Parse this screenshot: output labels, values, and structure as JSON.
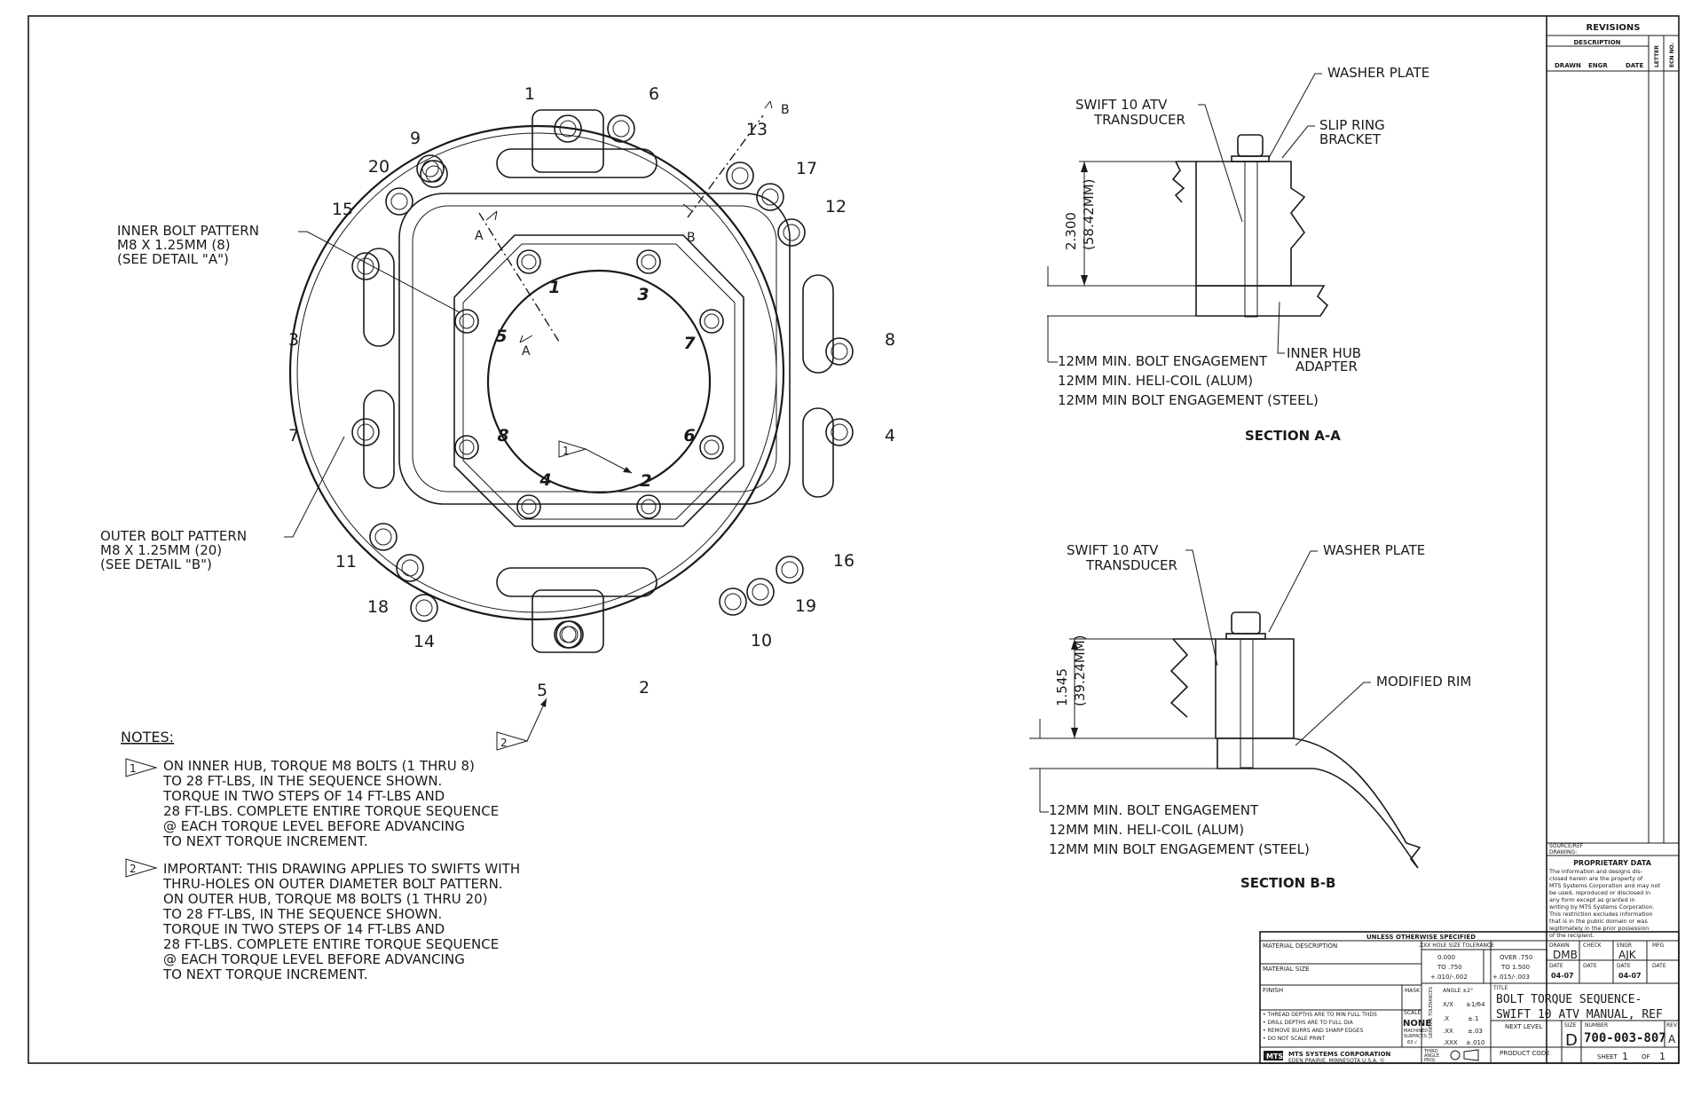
{
  "labels": {
    "inner_bolt_pattern": [
      "INNER BOLT PATTERN",
      "M8 X 1.25MM (8)",
      "(SEE DETAIL \"A\")"
    ],
    "outer_bolt_pattern": [
      "OUTER BOLT PATTERN",
      "M8 X 1.25MM (20)",
      "(SEE DETAIL \"B\")"
    ],
    "section_marks": {
      "a": "A",
      "b": "B"
    },
    "inner_numbers": [
      "1",
      "2",
      "3",
      "4",
      "5",
      "6",
      "7",
      "8"
    ],
    "outer_numbers": [
      "1",
      "2",
      "3",
      "4",
      "5",
      "6",
      "7",
      "8",
      "9",
      "10",
      "11",
      "12",
      "13",
      "14",
      "15",
      "16",
      "17",
      "18",
      "19",
      "20"
    ],
    "flag_1": "1",
    "flag_2": "2"
  },
  "section_aa": {
    "transducer": [
      "SWIFT 10 ATV",
      "TRANSDUCER"
    ],
    "washer_plate": "WASHER PLATE",
    "slip_ring": [
      "SLIP RING",
      "BRACKET"
    ],
    "dim_inch": "2.300",
    "dim_mm": "(58.42MM)",
    "inner_hub": [
      "INNER HUB",
      "ADAPTER"
    ],
    "notes": [
      "12MM MIN. BOLT ENGAGEMENT",
      "12MM MIN. HELI-COIL (ALUM)",
      "12MM MIN BOLT ENGAGEMENT (STEEL)"
    ],
    "title": "SECTION A-A"
  },
  "section_bb": {
    "transducer": [
      "SWIFT 10 ATV",
      "TRANSDUCER"
    ],
    "washer_plate": "WASHER PLATE",
    "modified_rim": "MODIFIED RIM",
    "dim_inch": "1.545",
    "dim_mm": "(39.24MM)",
    "notes": [
      "12MM MIN. BOLT ENGAGEMENT",
      "12MM MIN. HELI-COIL (ALUM)",
      "12MM MIN BOLT ENGAGEMENT (STEEL)"
    ],
    "title": "SECTION B-B"
  },
  "notes": {
    "heading": "NOTES:",
    "note1": [
      "ON INNER HUB, TORQUE M8 BOLTS (1 THRU 8)",
      "TO 28 FT-LBS, IN THE SEQUENCE SHOWN.",
      "TORQUE IN TWO STEPS OF 14 FT-LBS AND",
      "28 FT-LBS. COMPLETE ENTIRE TORQUE SEQUENCE",
      "@ EACH TORQUE LEVEL BEFORE ADVANCING",
      "TO NEXT TORQUE INCREMENT."
    ],
    "note2": [
      "IMPORTANT: THIS DRAWING APPLIES TO SWIFTS WITH",
      "THRU-HOLES ON OUTER DIAMETER BOLT PATTERN.",
      "ON OUTER HUB, TORQUE M8 BOLTS (1 THRU 20)",
      "TO 28 FT-LBS, IN THE SEQUENCE SHOWN.",
      "TORQUE IN TWO STEPS OF 14 FT-LBS AND",
      "28 FT-LBS. COMPLETE ENTIRE TORQUE SEQUENCE",
      "@ EACH TORQUE LEVEL BEFORE ADVANCING",
      "TO NEXT TORQUE INCREMENT."
    ]
  },
  "revisions": {
    "title": "REVISIONS",
    "description": "DESCRIPTION",
    "drawn": "DRAWN",
    "engr": "ENGR",
    "date": "DATE",
    "letter": "LETTER",
    "ecn": "ECN NO."
  },
  "proprietary": {
    "source": [
      "SOURCE/REF",
      "DRAWING:"
    ],
    "title": "PROPRIETARY DATA",
    "lines": [
      "The information and designs dis-",
      "closed herein are the property of",
      "MTS Systems Corporation and may not",
      "be used, reproduced or disclosed in",
      "any form except as granted in",
      "writing by MTS Systems Corporation.",
      "This restriction excludes information",
      "that is in the public domain or was",
      "legitimately in the prior possession",
      "of the recipient."
    ]
  },
  "title_block": {
    "unless": "UNLESS OTHERWISE SPECIFIED",
    "material_desc": "MATERIAL DESCRIPTION",
    "material_size": "MATERIAL SIZE",
    "finish": "FINISH",
    "mask": "MASK",
    "hole_tol": ".XXX HOLE SIZE TOLERANCE",
    "tol_a": [
      "0.000",
      "TO .750",
      "+.010/-.002"
    ],
    "tol_b": [
      "OVER .750",
      "TO 1.500",
      "+.015/-.003"
    ],
    "general_tol": "GENERAL TOLERANCES",
    "angle": "ANGLE ±2°",
    "frac": [
      "X/X",
      "±1/64"
    ],
    "tol_rows": [
      [
        ".X",
        "±.1"
      ],
      [
        ".XX",
        "±.03"
      ],
      [
        ".XXX",
        "±.010"
      ]
    ],
    "bullets": [
      "• THREAD DEPTHS ARE TO MIN FULL THDS",
      "• DRILL DEPTHS ARE TO FULL DIA",
      "• REMOVE BURRS AND SHARP EDGES",
      "• DO NOT SCALE PRINT"
    ],
    "scale_label": "SCALE",
    "scale": "NONE",
    "machined": [
      "MACHINED",
      "SURFACES",
      "63 √"
    ],
    "third_angle": [
      "THIRD",
      "ANGLE",
      "PROJ."
    ],
    "company": "MTS SYSTEMS CORPORATION",
    "address": "EDEN PRAIRIE, MINNESOTA U.S.A. ©",
    "logo": "MTS",
    "drawn_label": "DRAWN",
    "drawn": "DMB",
    "check_label": "CHECK",
    "engr_label": "ENGR",
    "engr": "AJK",
    "mfg_label": "MFG",
    "date_label": "DATE",
    "date_drawn": "04-07",
    "date_engr": "04-07",
    "title_label": "TITLE",
    "title1": "BOLT TORQUE SEQUENCE-",
    "title2": "SWIFT 10 ATV MANUAL, REF",
    "next_level": "NEXT LEVEL",
    "product_code": "PRODUCT CODE",
    "size_label": "SIZE",
    "size": "D",
    "number_label": "NUMBER",
    "number": "700-003-807",
    "rev_label": "REV",
    "rev": "A",
    "sheet": "SHEET",
    "sheet_no": "1",
    "of": "OF",
    "of_no": "1"
  }
}
